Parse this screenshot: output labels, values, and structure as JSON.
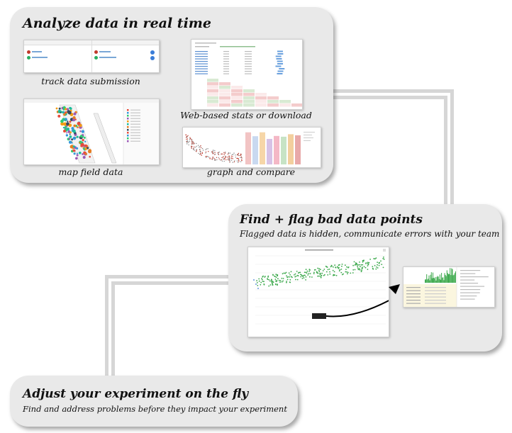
{
  "panels": {
    "analyze": {
      "title": "Analyze data in real time",
      "captions": {
        "track": "track data submission",
        "stats": "Web-based stats or download",
        "map": "map field data",
        "graph": "graph and compare"
      }
    },
    "flag": {
      "title": "Find + flag bad data points",
      "subtitle": "Flagged data is hidden, communicate errors with your team"
    },
    "adjust": {
      "title": "Adjust your experiment on the fly",
      "subtitle": "Find and address problems before they impact your experiment"
    }
  },
  "colors": {
    "panel": "#e9e9e9",
    "connector": "#d6d6d6",
    "scatter_green": "#3aa84a",
    "bars": [
      "#f2c4c4",
      "#c9d9f0",
      "#f6d6a8",
      "#d7c2e6",
      "#f4b8c6",
      "#c7e3c5",
      "#f3cf9e",
      "#e8a9a9"
    ]
  }
}
